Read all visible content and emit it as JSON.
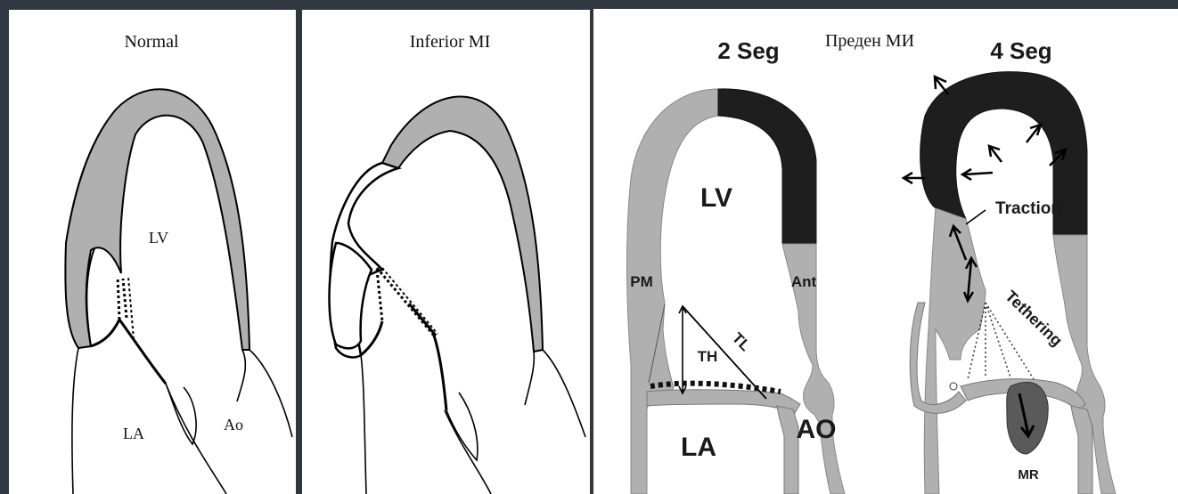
{
  "panels": {
    "normal": {
      "title": "Normal",
      "labels": {
        "lv": "LV",
        "la": "LA",
        "ao": "Ao"
      }
    },
    "inferior": {
      "title": "Inferior MI"
    },
    "anterior": {
      "title": "Преден МИ",
      "seg2": "2 Seg",
      "seg4": "4 Seg",
      "labels": {
        "lv": "LV",
        "pm": "PM",
        "ant": "Ant",
        "th": "TH",
        "tl": "TL",
        "la": "LA",
        "ao": "AO",
        "traction": "Traction",
        "tethering": "Tethering",
        "mr": "MR"
      }
    }
  },
  "colors": {
    "background": "#2f3840",
    "panel": "#ffffff",
    "wall_fill": "#b0b0b0",
    "infarct_fill": "#1e1e1e",
    "mr_jet": "#5a5a5a"
  }
}
